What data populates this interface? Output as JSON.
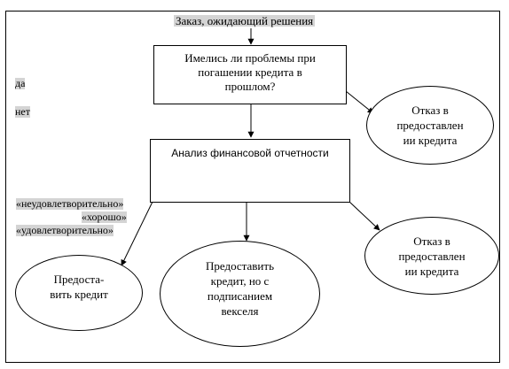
{
  "diagram": {
    "start_label": "Заказ, ожидающий решения",
    "question_box": [
      "Имелись ли проблемы при",
      "погашении кредита в",
      "прошлом?"
    ],
    "answer_yes": "да",
    "answer_no": "нет",
    "reject_top": [
      "Отказ в",
      "предоставлен",
      "ии кредита"
    ],
    "analysis_box": "Анализ финансовой отчетности",
    "rating_bad": "«неудовлетворительно»",
    "rating_good": "«хорошо»",
    "rating_ok": "«удовлетворительно»",
    "grant": [
      "Предоста-",
      "вить кредит"
    ],
    "grant_bill": [
      "Предоставить",
      "кредит, но с",
      "подписанием",
      "векселя"
    ],
    "reject_bottom": [
      "Отказ в",
      "предоставлен",
      "ии кредита"
    ]
  }
}
